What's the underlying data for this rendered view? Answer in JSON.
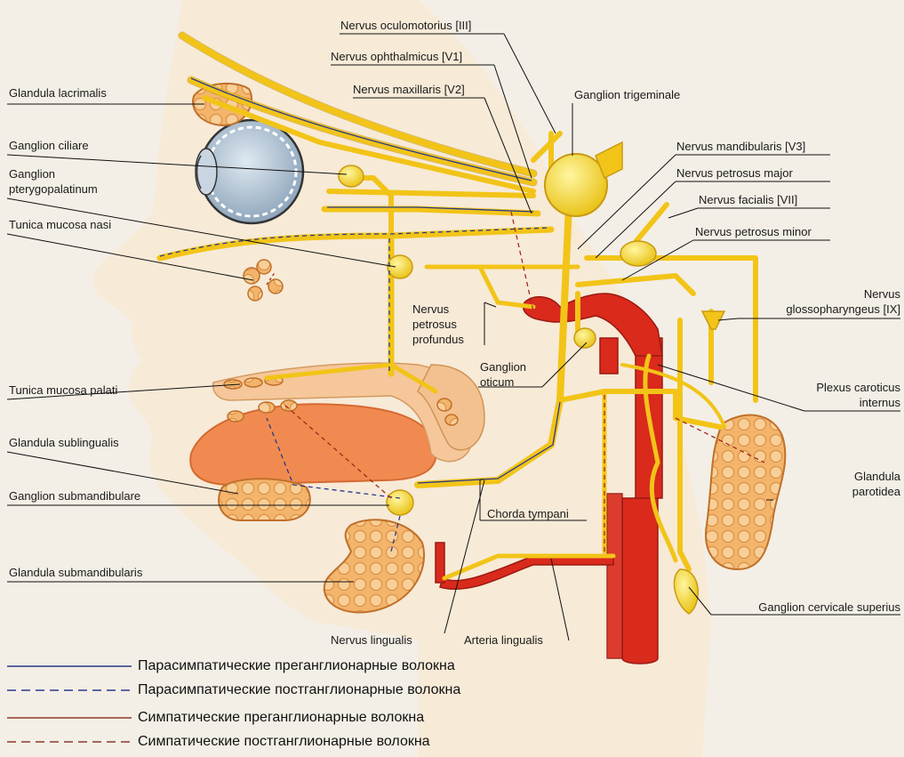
{
  "labels": {
    "glandula_lacrimalis": "Glandula lacrimalis",
    "ganglion_ciliare": "Ganglion ciliare",
    "ganglion_pterygopalatinum_1": "Ganglion",
    "ganglion_pterygopalatinum_2": "pterygopalatinum",
    "tunica_mucosa_nasi": "Tunica mucosa nasi",
    "tunica_mucosa_palati": "Tunica mucosa palati",
    "glandula_sublingualis": "Glandula sublingualis",
    "ganglion_submandibulare": "Ganglion submandibulare",
    "glandula_submandibularis": "Glandula submandibularis",
    "nervus_oculomotorius": "Nervus oculomotorius [III]",
    "nervus_ophthalmicus": "Nervus ophthalmicus [V1]",
    "nervus_maxillaris": "Nervus maxillaris [V2]",
    "ganglion_trigeminale": "Ganglion trigeminale",
    "nervus_mandibularis": "Nervus mandibularis [V3]",
    "nervus_petrosus_major": "Nervus petrosus major",
    "nervus_facialis": "Nervus facialis [VII]",
    "nervus_petrosus_minor": "Nervus petrosus minor",
    "nervus_glossopharyngeus_1": "Nervus",
    "nervus_glossopharyngeus_2": "glossopharyngeus [IX]",
    "nervus_petrosus_profundus_1": "Nervus",
    "nervus_petrosus_profundus_2": "petrosus",
    "nervus_petrosus_profundus_3": "profundus",
    "ganglion_oticum_1": "Ganglion",
    "ganglion_oticum_2": "oticum",
    "plexus_caroticus_1": "Plexus caroticus",
    "plexus_caroticus_2": "internus",
    "glandula_parotidea_1": "Glandula",
    "glandula_parotidea_2": "parotidea",
    "chorda_tympani": "Chorda tympani",
    "ganglion_cervicale_superius": "Ganglion cervicale superius",
    "nervus_lingualis": "Nervus lingualis",
    "arteria_lingualis": "Arteria lingualis"
  },
  "legend": [
    {
      "text": "Парасимпатические преганглионарные волокна",
      "color": "#2a3a8c",
      "style": "solid"
    },
    {
      "text": "Парасимпатические постганглионарные волокна",
      "color": "#2a3a8c",
      "style": "dashed"
    },
    {
      "text": "Симпатические преганглионарные волокна",
      "color": "#8c3a2a",
      "style": "solid"
    },
    {
      "text": "Симпатические постганглионарные волокна",
      "color": "#8c3a2a",
      "style": "dashed"
    }
  ],
  "colors": {
    "nerve": "#f2c418",
    "nerve_edge": "#c99a10",
    "artery": "#d92a1c",
    "gland": "#f0b06a",
    "skin": "#f6e7cf",
    "parasym": "#2a3a8c",
    "sym": "#a02a1c"
  }
}
